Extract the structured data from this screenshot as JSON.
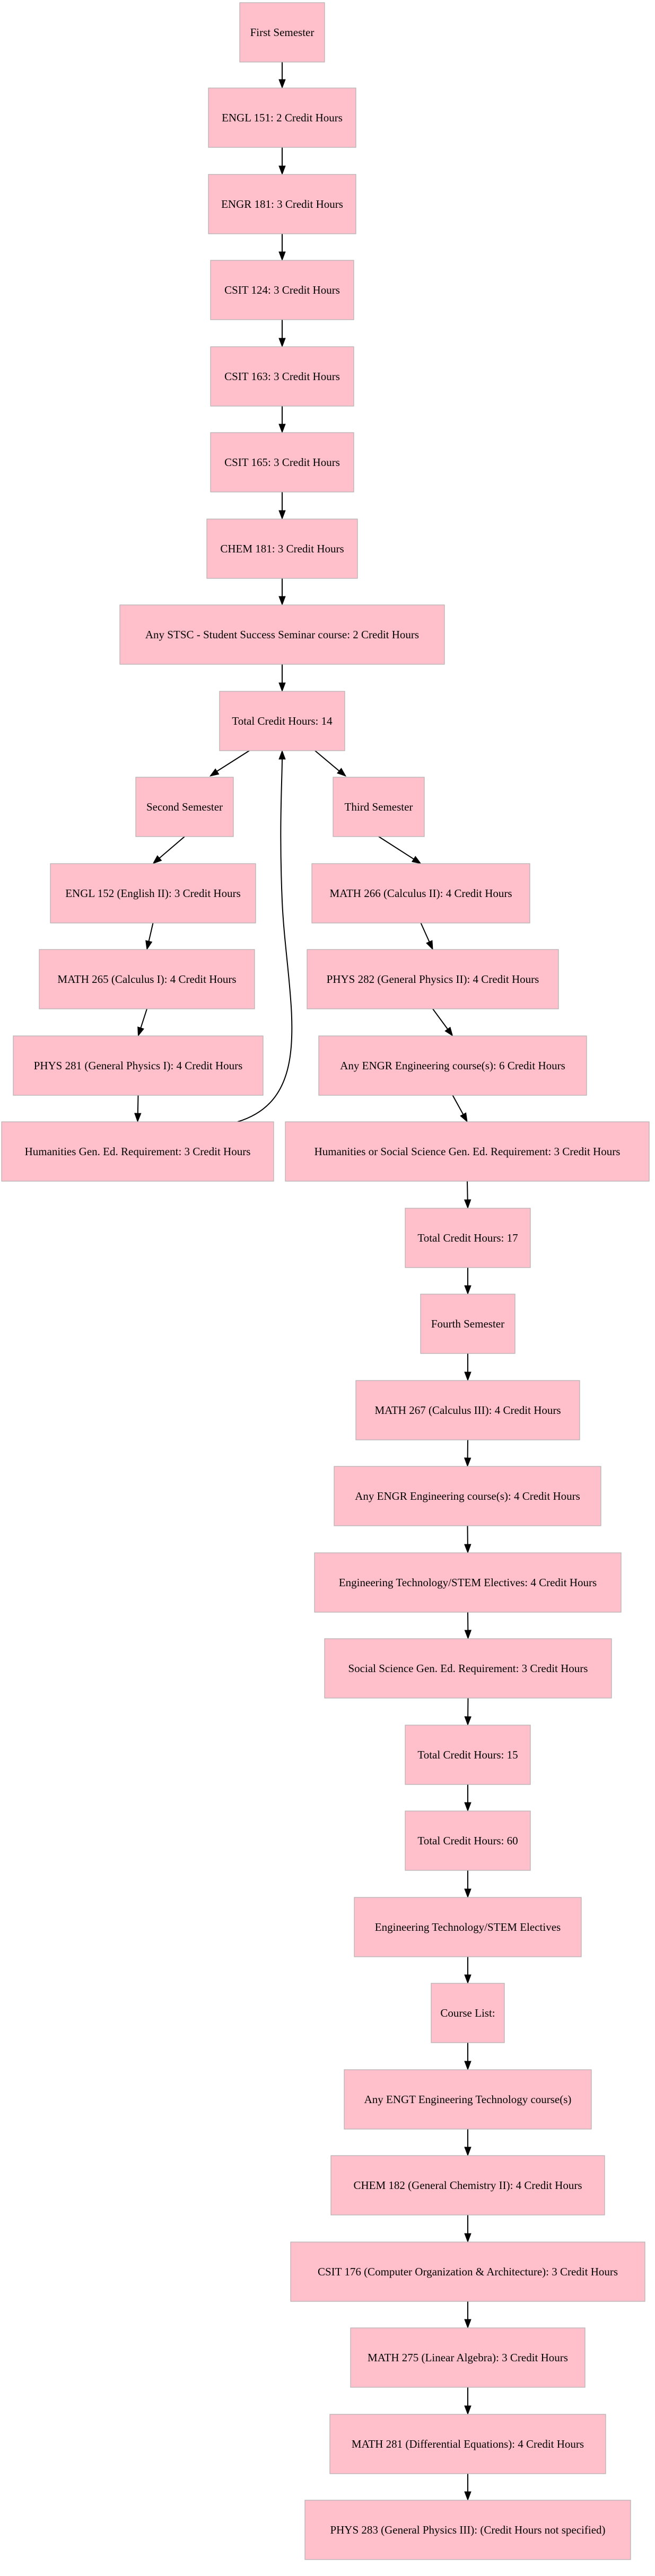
{
  "diagram": {
    "nodes": [
      {
        "id": "n_first",
        "label": "First Semester"
      },
      {
        "id": "n_engl151",
        "label": "ENGL 151: 2 Credit Hours"
      },
      {
        "id": "n_engr181",
        "label": "ENGR 181: 3 Credit Hours"
      },
      {
        "id": "n_csit124",
        "label": "CSIT 124: 3 Credit Hours"
      },
      {
        "id": "n_csit163",
        "label": "CSIT 163: 3 Credit Hours"
      },
      {
        "id": "n_csit165",
        "label": "CSIT 165: 3 Credit Hours"
      },
      {
        "id": "n_chem181",
        "label": "CHEM 181: 3 Credit Hours"
      },
      {
        "id": "n_stsc",
        "label": "Any STSC - Student Success Seminar course: 2 Credit Hours"
      },
      {
        "id": "n_total14",
        "label": "Total Credit Hours: 14"
      },
      {
        "id": "n_second",
        "label": "Second Semester"
      },
      {
        "id": "n_third",
        "label": "Third Semester"
      },
      {
        "id": "n_engl152",
        "label": "ENGL 152 (English II): 3 Credit Hours"
      },
      {
        "id": "n_math266",
        "label": "MATH 266 (Calculus II): 4 Credit Hours"
      },
      {
        "id": "n_math265",
        "label": "MATH 265 (Calculus I): 4 Credit Hours"
      },
      {
        "id": "n_phys282",
        "label": "PHYS 282 (General Physics II): 4 Credit Hours"
      },
      {
        "id": "n_phys281",
        "label": "PHYS 281 (General Physics I): 4 Credit Hours"
      },
      {
        "id": "n_engr6",
        "label": "Any ENGR Engineering course(s): 6 Credit Hours"
      },
      {
        "id": "n_hum",
        "label": "Humanities Gen. Ed. Requirement: 3 Credit Hours"
      },
      {
        "id": "n_humsoc",
        "label": "Humanities or Social Science Gen. Ed. Requirement: 3 Credit Hours"
      },
      {
        "id": "n_total17",
        "label": "Total Credit Hours: 17"
      },
      {
        "id": "n_fourth",
        "label": "Fourth Semester"
      },
      {
        "id": "n_math267",
        "label": "MATH 267 (Calculus III): 4 Credit Hours"
      },
      {
        "id": "n_engr4",
        "label": "Any ENGR Engineering course(s): 4 Credit Hours"
      },
      {
        "id": "n_etstem4",
        "label": "Engineering Technology/STEM Electives: 4 Credit Hours"
      },
      {
        "id": "n_socsci",
        "label": "Social Science Gen. Ed. Requirement: 3 Credit Hours"
      },
      {
        "id": "n_total15",
        "label": "Total Credit Hours: 15"
      },
      {
        "id": "n_total60",
        "label": "Total Credit Hours: 60"
      },
      {
        "id": "n_etstem",
        "label": "Engineering Technology/STEM Electives"
      },
      {
        "id": "n_courselist",
        "label": "Course List:"
      },
      {
        "id": "n_engt",
        "label": "Any ENGT Engineering Technology course(s)"
      },
      {
        "id": "n_chem182",
        "label": "CHEM 182 (General Chemistry II): 4 Credit Hours"
      },
      {
        "id": "n_csit176",
        "label": "CSIT 176 (Computer Organization & Architecture): 3 Credit Hours"
      },
      {
        "id": "n_math275",
        "label": "MATH 275 (Linear Algebra): 3 Credit Hours"
      },
      {
        "id": "n_math281",
        "label": "MATH 281 (Differential Equations): 4 Credit Hours"
      },
      {
        "id": "n_phys283",
        "label": "PHYS 283 (General Physics III): (Credit Hours not specified)"
      }
    ],
    "edges": [
      {
        "from": "n_first",
        "to": "n_engl151"
      },
      {
        "from": "n_engl151",
        "to": "n_engr181"
      },
      {
        "from": "n_engr181",
        "to": "n_csit124"
      },
      {
        "from": "n_csit124",
        "to": "n_csit163"
      },
      {
        "from": "n_csit163",
        "to": "n_csit165"
      },
      {
        "from": "n_csit165",
        "to": "n_chem181"
      },
      {
        "from": "n_chem181",
        "to": "n_stsc"
      },
      {
        "from": "n_stsc",
        "to": "n_total14"
      },
      {
        "from": "n_total14",
        "to": "n_second"
      },
      {
        "from": "n_total14",
        "to": "n_third"
      },
      {
        "from": "n_second",
        "to": "n_engl152"
      },
      {
        "from": "n_engl152",
        "to": "n_math265"
      },
      {
        "from": "n_math265",
        "to": "n_phys281"
      },
      {
        "from": "n_phys281",
        "to": "n_hum"
      },
      {
        "from": "n_hum",
        "to": "n_total14"
      },
      {
        "from": "n_third",
        "to": "n_math266"
      },
      {
        "from": "n_math266",
        "to": "n_phys282"
      },
      {
        "from": "n_phys282",
        "to": "n_engr6"
      },
      {
        "from": "n_engr6",
        "to": "n_humsoc"
      },
      {
        "from": "n_humsoc",
        "to": "n_total17"
      },
      {
        "from": "n_total17",
        "to": "n_fourth"
      },
      {
        "from": "n_fourth",
        "to": "n_math267"
      },
      {
        "from": "n_math267",
        "to": "n_engr4"
      },
      {
        "from": "n_engr4",
        "to": "n_etstem4"
      },
      {
        "from": "n_etstem4",
        "to": "n_socsci"
      },
      {
        "from": "n_socsci",
        "to": "n_total15"
      },
      {
        "from": "n_total15",
        "to": "n_total60"
      },
      {
        "from": "n_total60",
        "to": "n_etstem"
      },
      {
        "from": "n_etstem",
        "to": "n_courselist"
      },
      {
        "from": "n_courselist",
        "to": "n_engt"
      },
      {
        "from": "n_engt",
        "to": "n_chem182"
      },
      {
        "from": "n_chem182",
        "to": "n_csit176"
      },
      {
        "from": "n_csit176",
        "to": "n_math275"
      },
      {
        "from": "n_math275",
        "to": "n_math281"
      },
      {
        "from": "n_math281",
        "to": "n_phys283"
      }
    ],
    "colors": {
      "node_fill": "#ffc0cb",
      "node_border": "#b0b0b0",
      "edge": "#000000"
    }
  }
}
